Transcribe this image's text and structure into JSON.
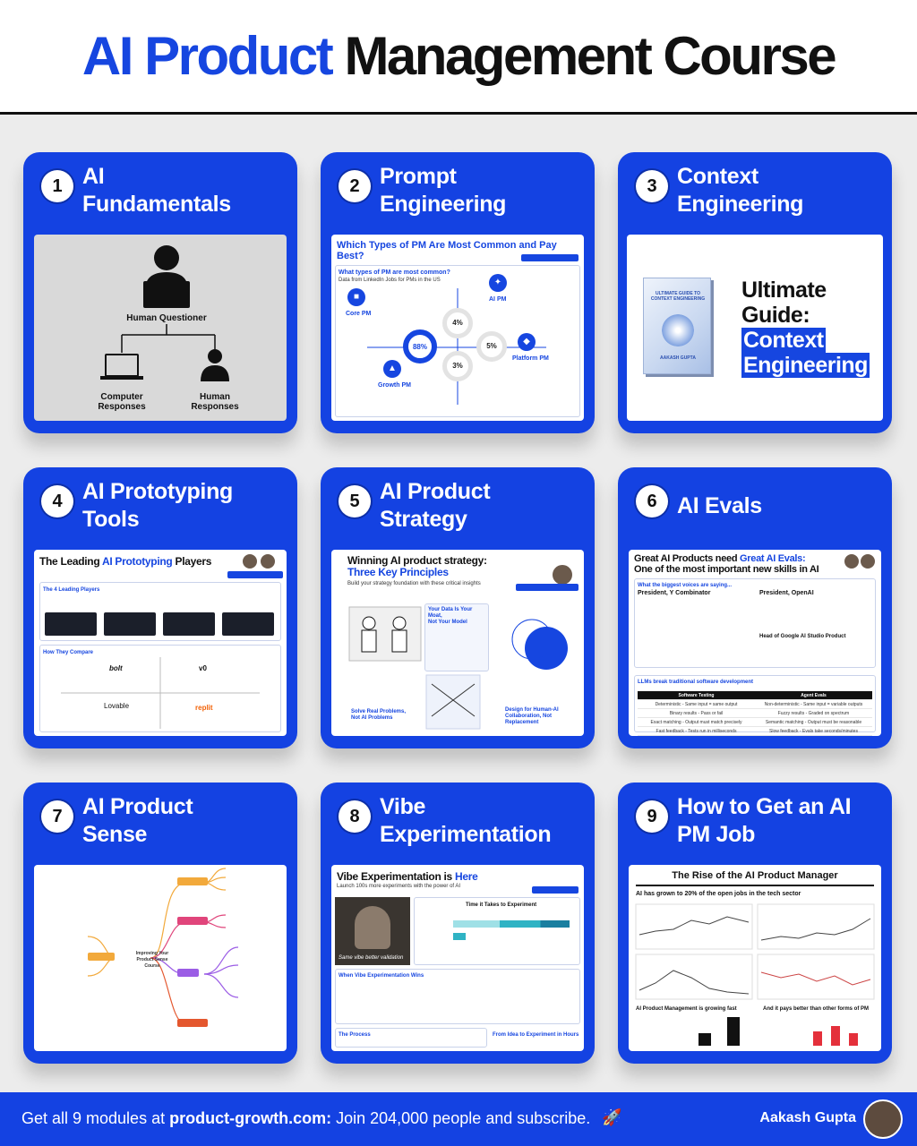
{
  "header": {
    "title_accent": "AI Product",
    "title_rest": "Management Course"
  },
  "modules": [
    {
      "number": "1",
      "title_line1": "AI",
      "title_line2": "Fundamentals"
    },
    {
      "number": "2",
      "title_line1": "Prompt",
      "title_line2": "Engineering"
    },
    {
      "number": "3",
      "title_line1": "Context",
      "title_line2": "Engineering"
    },
    {
      "number": "4",
      "title_line1": "AI Prototyping",
      "title_line2": "Tools"
    },
    {
      "number": "5",
      "title_line1": "AI Product",
      "title_line2": "Strategy"
    },
    {
      "number": "6",
      "title_line1": "AI Evals",
      "title_line2": ""
    },
    {
      "number": "7",
      "title_line1": "AI Product",
      "title_line2": "Sense"
    },
    {
      "number": "8",
      "title_line1": "Vibe",
      "title_line2": "Experimentation"
    },
    {
      "number": "9",
      "title_line1": "How to Get an AI",
      "title_line2": "PM Job"
    }
  ],
  "thumb1": {
    "top_label": "Human Questioner",
    "left_label": "Computer\nResponses",
    "right_label": "Human\nResponses"
  },
  "thumb2": {
    "title": "Which Types of PM Are Most Common and Pay Best?",
    "question": "What types of PM are most common?",
    "source": "Data from LinkedIn Jobs for PMs in the US",
    "core": "Core PM",
    "ai": "AI PM",
    "growth": "Growth PM",
    "platform": "Platform PM",
    "pct_top": "4%",
    "pct_main": "88%",
    "pct_right": "5%",
    "pct_bottom": "3%"
  },
  "thumb3": {
    "book_title": "ULTIMATE GUIDE TO CONTEXT ENGINEERING",
    "book_author": "AAKASH GUPTA",
    "line1": "Ultimate",
    "line2": "Guide:",
    "line3": "Context",
    "line4": "Engineering"
  },
  "thumb4": {
    "title_a": "The Leading",
    "title_b": "AI Prototyping",
    "title_c": "Players",
    "section1": "The 4 Leading Players",
    "section2": "How They Compare",
    "bolt": "bolt",
    "v0": "v0",
    "lovable": "Lovable",
    "replit": "replit"
  },
  "thumb5": {
    "title_a": "Winning AI product strategy:",
    "title_b": "Three Key Principles",
    "subtitle": "Build your strategy foundation with these critical insights",
    "box1": "Your Data Is Your Moat,\nNot Your Model",
    "box2": "Solve Real Problems,\nNot AI Problems",
    "box3": "Design for Human-AI\nCollaboration, Not Replacement"
  },
  "thumb6": {
    "title_a": "Great AI Products need",
    "title_b": "Great AI Evals:",
    "title_c": "One of the most important new skills in AI",
    "voices": "What the biggest voices are saying...",
    "person1": "President, Y Combinator",
    "person2": "President, OpenAI",
    "person3": "Head of Google AI Studio Product",
    "table_title": "LLMs break traditional software development",
    "col1": "Software Testing",
    "col2": "Agent Evals",
    "rows": [
      [
        "Deterministic - Same input = same output",
        "Non-deterministic - Same input = variable outputs"
      ],
      [
        "Binary results - Pass or fail",
        "Fuzzy results - Graded on spectrum"
      ],
      [
        "Exact matching - Output must match precisely",
        "Semantic matching - Output must be reasonable"
      ],
      [
        "Fast feedback - Tests run in milliseconds",
        "Slow feedback - Evals take seconds/minutes"
      ]
    ]
  },
  "thumb7": {
    "center": "Improving Your\nProduct Sense\nCourse"
  },
  "thumb8": {
    "title_a": "Vibe Experimentation is",
    "title_b": "Here",
    "subtitle": "Launch 100s more experiments with the power of AI",
    "video_caption": "Same vibe better validation",
    "chart_title": "Time it Takes to Experiment",
    "section": "When Vibe Experimentation Wins",
    "process": "The Process",
    "idea": "From Idea to Experiment in Hours"
  },
  "thumb9": {
    "title": "The Rise of the AI Product Manager",
    "sub1": "AI has grown to 20% of the open jobs in the tech sector",
    "sub2": "AI Product Management is growing fast",
    "sub3": "And it pays better than other forms of PM"
  },
  "footer": {
    "cta_prefix": "Get all 9 modules at ",
    "cta_site": "product-growth.com:",
    "cta_suffix": " Join 204,000 people and subscribe.",
    "author": "Aakash Gupta"
  }
}
